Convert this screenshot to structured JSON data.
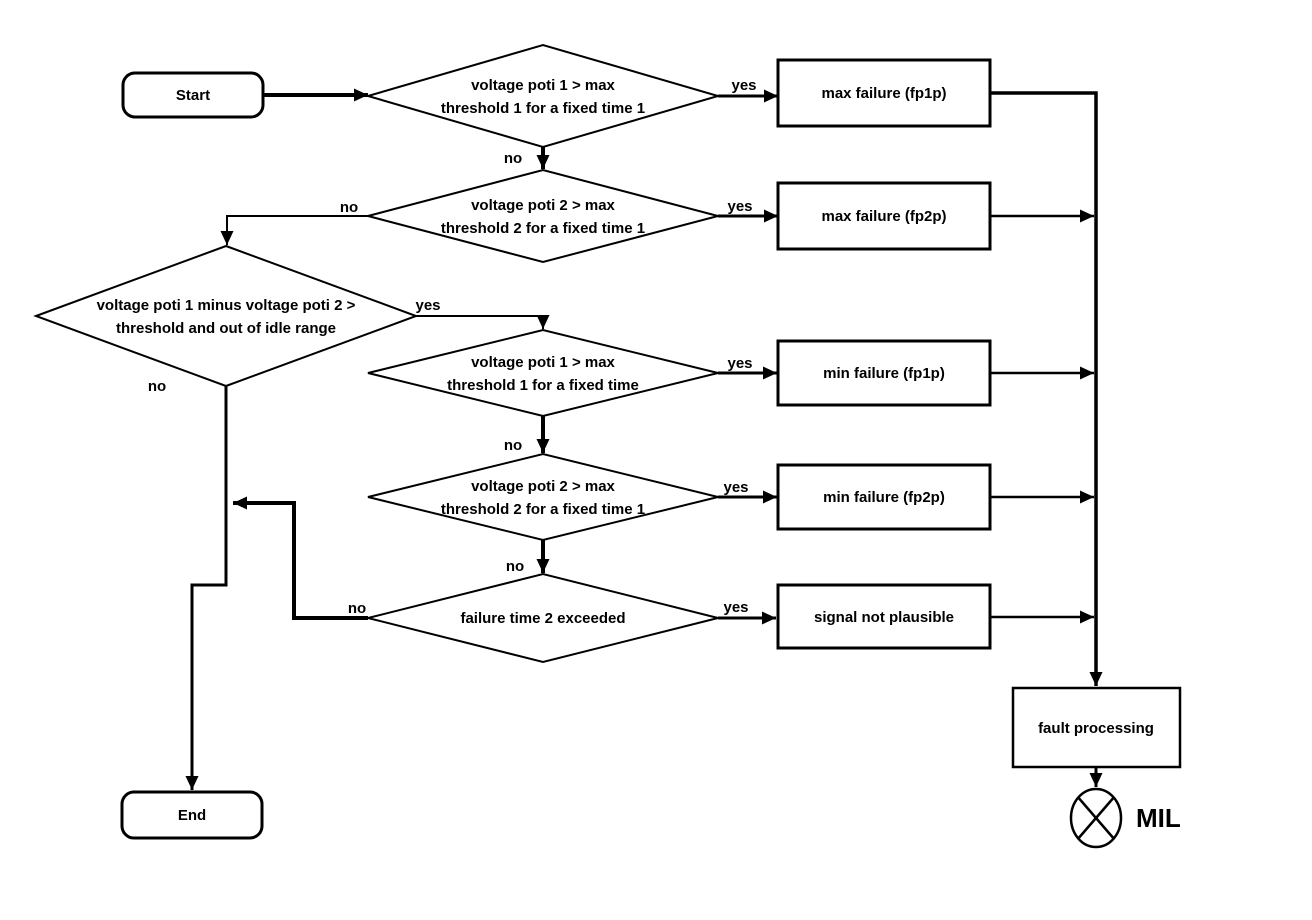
{
  "flowchart": {
    "background_color": "#ffffff",
    "line_color": "#000000",
    "nodes": {
      "start": {
        "type": "terminator",
        "label": "Start"
      },
      "check_poti1_max": {
        "type": "decision",
        "line1": "voltage poti 1 > max",
        "line2": "threshold 1 for a fixed time 1"
      },
      "check_poti2_max": {
        "type": "decision",
        "line1": "voltage poti 2 > max",
        "line2": "threshold 2 for a fixed time 1"
      },
      "check_plausibility": {
        "type": "decision",
        "line1": "voltage poti 1 minus voltage poti 2 >",
        "line2": "threshold and out of idle range"
      },
      "check_poti1_min": {
        "type": "decision",
        "line1": "voltage poti 1 > max",
        "line2": "threshold 1 for a fixed time"
      },
      "check_poti2_min": {
        "type": "decision",
        "line1": "voltage poti 2 > max",
        "line2": "threshold 2 for a fixed time 1"
      },
      "check_failure_time": {
        "type": "decision",
        "line1": "failure time 2 exceeded"
      },
      "max_failure_fp1p": {
        "type": "process",
        "label": "max failure (fp1p)"
      },
      "max_failure_fp2p": {
        "type": "process",
        "label": "max failure (fp2p)"
      },
      "min_failure_fp1p": {
        "type": "process",
        "label": "min failure (fp1p)"
      },
      "min_failure_fp2p": {
        "type": "process",
        "label": "min failure (fp2p)"
      },
      "signal_not_plausible": {
        "type": "process",
        "label": "signal not plausible"
      },
      "fault_processing": {
        "type": "process",
        "label": "fault processing"
      },
      "mil": {
        "type": "indicator-lamp",
        "label": "MIL"
      },
      "end": {
        "type": "terminator",
        "label": "End"
      }
    },
    "edge_labels": {
      "poti1_max_yes": "yes",
      "poti1_max_no": "no",
      "poti2_max_yes": "yes",
      "poti2_max_no": "no",
      "plausibility_yes": "yes",
      "plausibility_no": "no",
      "poti1_min_yes": "yes",
      "poti1_min_no": "no",
      "poti2_min_yes": "yes",
      "poti2_min_no": "no",
      "failure_time_yes": "yes",
      "failure_time_no": "no"
    }
  }
}
